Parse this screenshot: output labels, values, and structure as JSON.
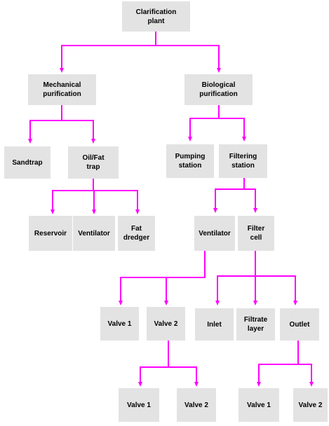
{
  "colors": {
    "connector": "#ff00ff",
    "node_fill": "#e3e3e3",
    "text": "#000000"
  },
  "nodes": {
    "clarification_plant": "Clarification\nplant",
    "mechanical_purification": "Mechanical\npurification",
    "biological_purification": "Biological\npurification",
    "sandtrap": "Sandtrap",
    "oil_fat_trap": "Oil/Fat\ntrap",
    "pumping_station": "Pumping\nstation",
    "filtering_station": "Filtering\nstation",
    "reservoir": "Reservoir",
    "ventilator_mech": "Ventilator",
    "fat_dredger": "Fat\ndredger",
    "ventilator_filter": "Ventilator",
    "filter_cell": "Filter\ncell",
    "valve_1_ventilator": "Valve 1",
    "valve_2_ventilator": "Valve 2",
    "inlet": "Inlet",
    "filtrate_layer": "Filtrate\nlayer",
    "outlet": "Outlet",
    "valve_1_inlet": "Valve 1",
    "valve_2_inlet": "Valve 2",
    "valve_1_outlet": "Valve 1",
    "valve_2_outlet": "Valve 2"
  }
}
